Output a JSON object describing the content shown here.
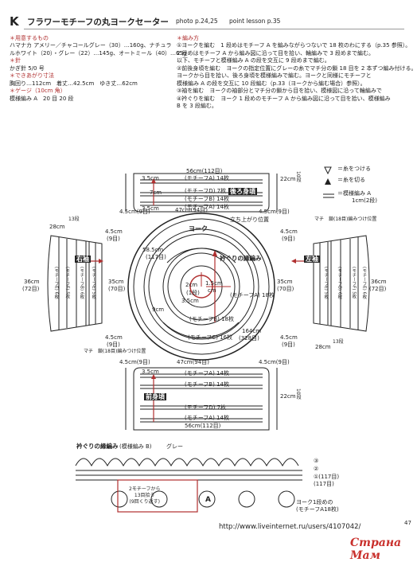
{
  "header": {
    "letter": "K",
    "title": "フラワーモチーフの丸ヨークセーター",
    "photo": "photo p.24,25",
    "lesson": "point lesson p.35"
  },
  "left_col": {
    "materials_heading": "＊用意するもの",
    "materials_lines": [
      "ハマナカ アメリー／チャコールグレー（30）…160g、ナチュラ",
      "ルホワイト（20）・グレー（22）…145g、オートミール（40）…65g"
    ],
    "tools_heading": "＊できあがり寸法",
    "needle_heading": "＊針",
    "needle": "かぎ針 5/0 号",
    "size_lines": [
      "胸回り…112cm　着丈…42.5cm　ゆき丈…62cm"
    ],
    "gauge_heading": "＊ゲージ（10cm 角）",
    "gauge": "模様編み A　20 目 20 段"
  },
  "right_col": {
    "heading": "＊編み方",
    "lines": [
      "①ヨークを編む　1 段めはモチーフ A を編みながらつないで 18 枚のわにする（p.35 参照）。",
      "2 段めはモチーフ A から編み図に沿って目を拾い、輪編みで 3 段めまで編む。",
      "以下、モチーフと模様編み A の段を交互に 9 段めまで編む。",
      "②前後身頃を編む　ヨークの指定位置にグレーの糸でマチ分の鎖 18 目を 2 本ずつ編み付ける。",
      "ヨークから目を拾い、後ろ身頃を模様編みで編む。ヨークと同様にモチーフと",
      "模様編み A の段を交互に 10 段編む（p.33（ヨークから編む場合）参照）。",
      "③袖を編む　ヨークの袖部分とマチ分の鎖から目を拾い、模様図に沿って輪編みで",
      "④衿ぐりを編む　ヨーク 1 段めのモチーフ A から編み図に沿って目を拾い、模様編み",
      "B を 3 段編む。"
    ]
  },
  "legend": {
    "join": "＝糸をつける",
    "cut": "＝糸を切る",
    "pattern": "＝模様編み A",
    "pattern_gauge": "1cm(2段)"
  },
  "back": {
    "width": "56cm(112目)",
    "title": "後ろ身頃",
    "rows": [
      "3.5cm",
      "7cm",
      "",
      "",
      "3.5cm"
    ],
    "bands": [
      "(モチーフA) 14枚",
      "(モチーフD) 7枚",
      "(モチーフB) 14枚",
      "(モチーフA) 14枚"
    ],
    "height": "22cm",
    "height_rows": "10段",
    "bottom": "47cm(94目)",
    "side": "4.5cm(9目)"
  },
  "front": {
    "top": "47cm(94目)",
    "title": "前身頃",
    "bands": [
      "(モチーフA) 14枚",
      "(モチーフB) 14枚",
      "(モチーフD) 7枚",
      "(モチーフA) 14枚"
    ],
    "width": "56cm(112目)",
    "height": "22cm",
    "height_rows": "10段",
    "side": "4.5cm(9目)",
    "side_rows": "3.5cm"
  },
  "sleeves": {
    "width_top": "28cm",
    "width_rows": "13段",
    "height": "36cm",
    "height_rows": "(72目)",
    "inner": "35cm",
    "inner_rows": "(70目)",
    "side": "4.5cm",
    "side_rows": "(9目)",
    "right_title": "右袖",
    "left_title": "左袖",
    "gusset_label": "マチ　鎖(18目)編みつけ位置",
    "band_labels": [
      "(モチーフE) 6枚",
      "(モチーフF) 5枚",
      "(モチーフB) 6枚",
      "(モチーフE) 5枚"
    ]
  },
  "yoke": {
    "title": "ヨーク",
    "neck_title": "衿ぐりの縁編み",
    "outer": "58.5cm",
    "outer_rows": "(117目)",
    "circ": "164cm",
    "circ_rows": "(328目)",
    "inner_circ": "1.5cm",
    "inner_radius": "2cm",
    "inner_rows": "(1段)",
    "r1": "3.5cm",
    "r2": "9cm",
    "motif_a": "(モチーフA) 18枚",
    "motif_b": "(モチーフB) 18枚",
    "motif_c": "(モチーフC) 16枚",
    "start_label": "立ち上がり位置",
    "back_label": "4.5cm(9目)",
    "cm": "cm"
  },
  "bottom_chart": {
    "heading": "衿ぐりの縁編み",
    "subheading": "(模様編み B)",
    "color": "グレー",
    "rows": [
      "③",
      "②",
      "①(117目)",
      "(117目)"
    ],
    "label_box": "2モチーフから\n13目拾う\n(9回くり返す)",
    "motif_label": "A",
    "yoke_row1": "ヨーク1段めの",
    "yoke_motif": "(モチーフA18枚)"
  },
  "footer": {
    "url": "http://www.liveinternet.ru/users/4107042/",
    "page": "47",
    "watermark": "Страна Мам"
  }
}
